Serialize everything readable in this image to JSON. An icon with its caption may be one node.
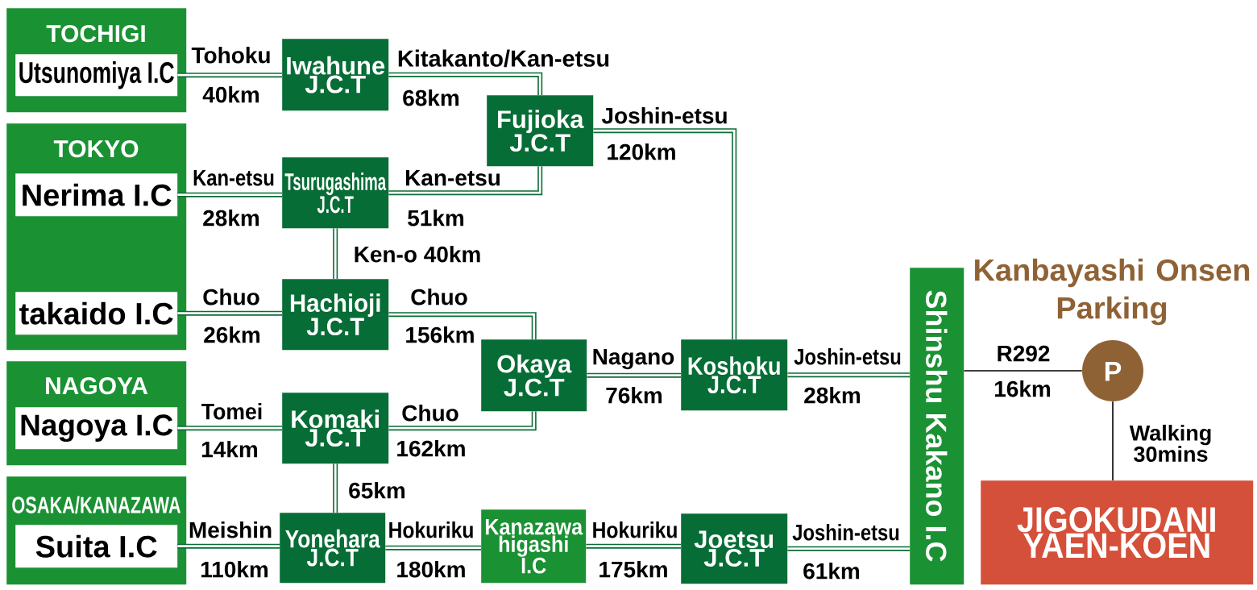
{
  "diagram": {
    "nodes": [
      {
        "text": [
          "TOCHIGI"
        ]
      },
      {
        "text": [
          "Utsunomiya I.C"
        ],
        "in": 0
      },
      {
        "text": [
          "TOKYO"
        ]
      },
      {
        "text": [
          "Nerima I.C"
        ],
        "in": 2
      },
      {
        "text": [
          "takaido I.C"
        ],
        "in": 2
      },
      {
        "text": [
          "NAGOYA"
        ]
      },
      {
        "text": [
          "Nagoya I.C"
        ],
        "in": 5
      },
      {
        "text": [
          "OSAKA/KANAZAWA"
        ]
      },
      {
        "text": [
          "Suita I.C"
        ],
        "in": 7
      },
      {
        "text": [
          "Iwahune J.C.T"
        ]
      },
      {
        "text": [
          "Tsurugashima J.C.T"
        ]
      },
      {
        "text": [
          "Hachioji J.C.T"
        ]
      },
      {
        "text": [
          "Komaki J.C.T"
        ]
      },
      {
        "text": [
          "Yonehara J.C.T"
        ]
      },
      {
        "text": [
          "Fujioka J.C.T"
        ]
      },
      {
        "text": [
          "Okaya J.C.T"
        ]
      },
      {
        "text": [
          "Koshoku J.C.T"
        ]
      },
      {
        "text": [
          "Kanazawa higashi I.C"
        ]
      },
      {
        "text": [
          "Joetsu J.C.T"
        ]
      },
      {
        "text": [
          "Shinshu Kakano I.C"
        ]
      },
      {
        "text": [
          "P"
        ],
        "beside": [
          "Kanbayashi Onsen Parking"
        ]
      },
      {
        "text": [
          "JIGOKUDANI YAEN-KOEN"
        ]
      }
    ],
    "edges": [
      {
        "from": 1,
        "to": 9,
        "arrow": "none",
        "label": "Tohoku"
      },
      {
        "from": 9,
        "to": 14,
        "arrow": "none",
        "label": "Kitakanto/Kan-etsu"
      },
      {
        "from": 3,
        "to": 10,
        "arrow": "none",
        "label": "Kan-etsu"
      },
      {
        "from": 10,
        "to": 14,
        "arrow": "none",
        "label": "Kan-etsu"
      },
      {
        "from": 10,
        "to": 11,
        "arrow": "none",
        "label": "Ken-o 40km"
      },
      {
        "from": 4,
        "to": 11,
        "arrow": "none",
        "label": "Chuo"
      },
      {
        "from": 11,
        "to": 15,
        "arrow": "none",
        "label": "Chuo"
      },
      {
        "from": 14,
        "to": 16,
        "arrow": "none",
        "label": "Joshin-etsu"
      },
      {
        "from": 6,
        "to": 12,
        "arrow": "none",
        "label": "Tomei"
      },
      {
        "from": 12,
        "to": 15,
        "arrow": "none",
        "label": "Chuo"
      },
      {
        "from": 15,
        "to": 16,
        "arrow": "none",
        "label": "Nagano"
      },
      {
        "from": 16,
        "to": 19,
        "arrow": "none",
        "label": "Joshin-etsu"
      },
      {
        "from": 12,
        "to": 13,
        "arrow": "none",
        "label": "65km"
      },
      {
        "from": 8,
        "to": 13,
        "arrow": "none",
        "label": "Meishin"
      },
      {
        "from": 13,
        "to": 17,
        "arrow": "none",
        "label": "Hokuriku"
      },
      {
        "from": 17,
        "to": 18,
        "arrow": "none",
        "label": "Hokuriku"
      },
      {
        "from": 18,
        "to": 19,
        "arrow": "none",
        "label": "Joshin-etsu"
      },
      {
        "from": 19,
        "to": 20,
        "arrow": "none",
        "label": "R292",
        "color": "#000000"
      },
      {
        "from": 20,
        "to": 21,
        "arrow": "none",
        "label": "Walking 30mins",
        "color": "#000000"
      }
    ],
    "labels": [
      "40km",
      "68km",
      "120km",
      "28km",
      "51km",
      "26km",
      "156km",
      "76km",
      "28km",
      "16km",
      "14km",
      "162km",
      "110km",
      "180km",
      "175km",
      "61km"
    ]
  }
}
